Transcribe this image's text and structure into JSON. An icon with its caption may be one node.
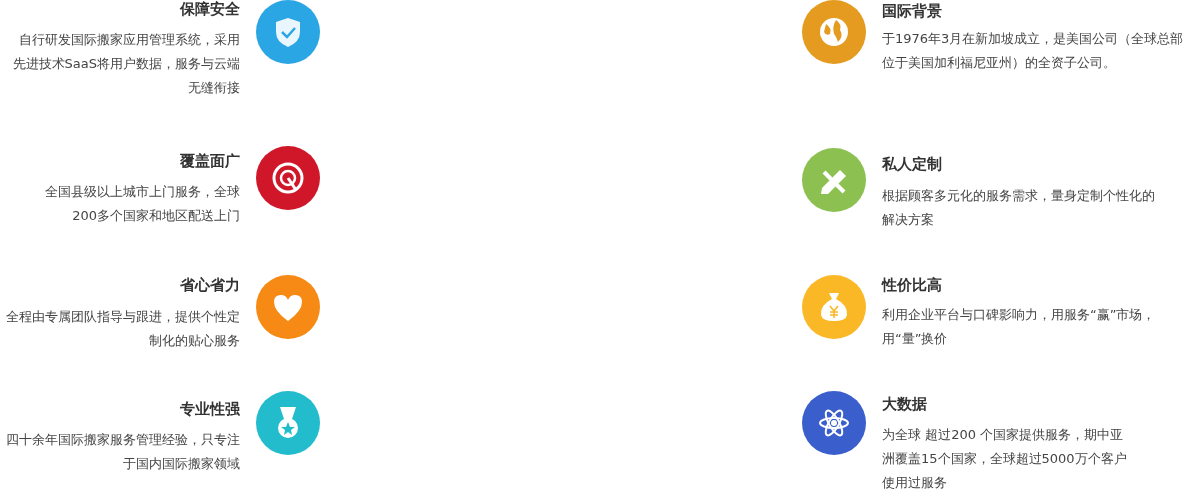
{
  "diagram": {
    "labels": [
      "保障安全",
      "自行研发国际搬家应用管理系统，采用先进技术SaaS将用户数据，服务与云端无缝衔接",
      "国际背景",
      "于1976年3月在新加坡成立，是美国公司（全球总部位于美国加利福尼亚州）的全资子公司。",
      "覆盖面广",
      "全国县级以上城市上门服务，全球200多个国家和地区配送上门",
      "私人定制",
      "根据顾客多元化的服务需求，量身定制个性化的解决方案",
      "省心省力",
      "全程由专属团队指导与跟进，提供个性定制化的贴心服务",
      "性价比高",
      "利用企业平台与口碑影响力，用服务“赢”市场，用“量”换价",
      "专业性强",
      "四十余年国际搬家服务管理经验，只专注于国内国际搬家领域",
      "大数据",
      "为全球 超过200 个国家提供服务，期中亚洲覆盖15个国家，全球超过5000万个客户使用过服务"
    ]
  }
}
